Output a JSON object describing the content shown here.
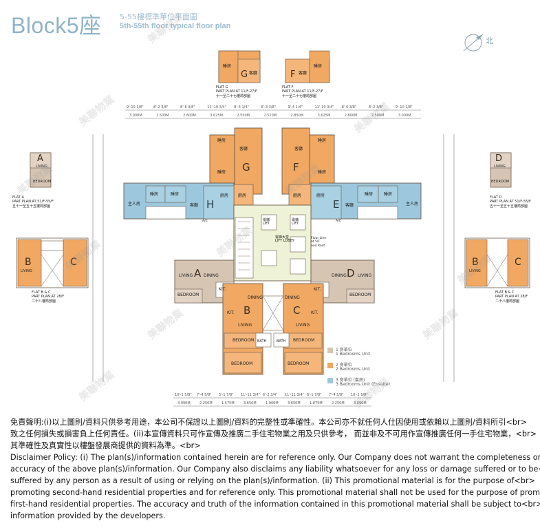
{
  "title": {
    "main": "Block5座",
    "sub_zh": "5-55樓標準單位平面圖",
    "sub_en": "5th-55th floor typical floor plan"
  },
  "compass_label": "北",
  "colors": {
    "one_bed": "#d7c5b4",
    "two_bed": "#f0a863",
    "three_bed": "#9cc7dc",
    "core": "#eef2d6",
    "line": "#6b5a4a"
  },
  "units": {
    "A": {
      "letter": "A",
      "living": "LIVING",
      "dining": "DINING",
      "bedroom": "BEDROOM",
      "kit": "KIT."
    },
    "B": {
      "letter": "B",
      "living": "LIVING",
      "dining": "DINING",
      "bedroom1": "BEDROOM",
      "bedroom2": "BEDROOM",
      "kit": "KIT.",
      "bath": "BATH"
    },
    "C": {
      "letter": "C",
      "living": "LIVING",
      "dining": "DINING",
      "bedroom1": "BEDROOM",
      "bedroom2": "BEDROOM",
      "kit": "KIT.",
      "bath": "BATH"
    },
    "D": {
      "letter": "D",
      "living": "LIVING",
      "dining": "DINING",
      "bedroom": "BEDROOM",
      "kit": "KIT."
    },
    "E": {
      "letter": "E",
      "master": "主人房",
      "bed1": "睡房",
      "bed2": "睡房",
      "living": "客廳",
      "kit": "廚房"
    },
    "F": {
      "letter": "F",
      "living": "客廳",
      "bed1": "睡房",
      "bed2": "睡房",
      "kit": "廚房"
    },
    "G": {
      "letter": "G",
      "living": "客廳",
      "bed1": "睡房",
      "bed2": "睡房",
      "kit": "廚房"
    },
    "H": {
      "letter": "H",
      "master": "主人房",
      "bed1": "睡房",
      "bed2": "睡房",
      "living": "客廳",
      "kit": "廚房"
    }
  },
  "core": {
    "lift1": "電梯\nLIFT",
    "lift2": "電梯\nLIFT",
    "lobby": "電梯大堂\nLIFT LOBBY",
    "floor_line": "Floor Line at 5/F and Roof",
    "ac": "A/C"
  },
  "part_plans": {
    "G": {
      "letter": "G",
      "bed": "睡房",
      "living": "客廳",
      "caption_en": "FLAT G\nPART PLAN AT 11/F-27/F",
      "caption_zh": "十一至二十七樓局部圖"
    },
    "F": {
      "letter": "F",
      "bed": "睡房",
      "living": "客廳",
      "caption_en": "FLAT F\nPART PLAN AT 11/F-27/F",
      "caption_zh": "十一至二十七樓局部圖"
    },
    "A": {
      "letter": "A",
      "living": "LIVING",
      "bedroom": "BEDROOM",
      "caption_en": "FLAT A\nPART PLAN AT 51/F-55/F",
      "caption_zh": "五十一至五十五樓局部圖"
    },
    "D": {
      "letter": "D",
      "living": "LIVING",
      "bedroom": "BEDROOM",
      "caption_en": "FLAT D\nPART PLAN AT 51/F-55/F",
      "caption_zh": "五十一至五十五樓局部圖"
    },
    "BC_left": {
      "b": "B",
      "c": "C",
      "living": "LIVING",
      "caption_en": "FLAT B & C\nPART PLAN AT 28/F",
      "caption_zh": "二十八樓局部圖"
    },
    "BC_right": {
      "b": "B",
      "c": "C",
      "living": "LIVING",
      "caption_en": "FLAT B & C\nPART PLAN AT 28/F",
      "caption_zh": "二十八樓局部圖"
    }
  },
  "dims_top": [
    "9'-10 1/8\"",
    "8'-2 3/8\"",
    "8'-6 3/8\"",
    "11'-10 3/4\"",
    "8'-4 1/4\"",
    "6'-3 3/8\"",
    "9'-4 1/4\"",
    "11'-10 3/4\"",
    "8'-6 3/8\"",
    "8'-2 3/8\"",
    "9'-10 1/8\""
  ],
  "dims_top_m": [
    "3.000M",
    "2.500M",
    "2.600M",
    "3.625M",
    "2.550M",
    "2.520M",
    "2.850M",
    "3.625M",
    "2.600M",
    "2.500M",
    "3.000M"
  ],
  "dims_bottom": [
    "10'-1 5/8\"",
    "7'-4 5/8\"",
    "5'-1 7/8\"",
    "11'-11 3/4\"",
    "6'-2 3/4\"",
    "11'-11 3/4\"",
    "6'-1 7/8\"",
    "7'-4 5/8\"",
    "10'-1 5/8\""
  ],
  "dims_bottom_m": [
    "3.090M",
    "2.250M",
    "1.575M",
    "3.650M",
    "1.900M",
    "3.650M",
    "1.875M",
    "2.250M",
    "3.090M"
  ],
  "legend": [
    {
      "zh": "1 房單位",
      "en": "1 Bedrooms Unit"
    },
    {
      "zh": "2 房單位",
      "en": "2 Bedrooms Unit"
    },
    {
      "zh": "3 房單位 (套房)",
      "en": "3 Bedrooms Unit (Ensuite)"
    }
  ],
  "watermark": "美聯物業",
  "disclaimer": [
    "免責聲明:(i)以上圖則/資料只供參考用途，本公司不保證以上圖則/資料的完整性或準確性。本公司亦不就任何人仕因使用或依賴以上圖則/資料所引<br>",
    "致之任何損失或損害負上任何責任。(ii)本宣傳資料只可作宣傳及推廣二手住宅物業之用及只供參考， 而並非及不可用作宣傳推廣任何一手住宅物業，<br>",
    "其準確性及真實性以樓盤發展商提供的資料為準。<br>",
    "Disclaimer Policy: (i) The plan(s)/information contained herein are for reference only. Our Company does not warrant the completeness or<br>",
    "accuracy of the above plan(s)/information. Our Company also disclaims any liability whatsoever for any loss or damage suffered or to be<br>",
    "suffered by any person as a result of using or relying on the plan(s)/information. (ii) This promotional material is for the purpose of<br>",
    "promoting second-hand residential properties and for reference only. This promotional material shall not be used for the purpose of promoting<br>",
    "first-hand residential properties. The accuracy and truth of the information contained in this promotional material shall be subject to<br>",
    "information provided by the developers."
  ]
}
